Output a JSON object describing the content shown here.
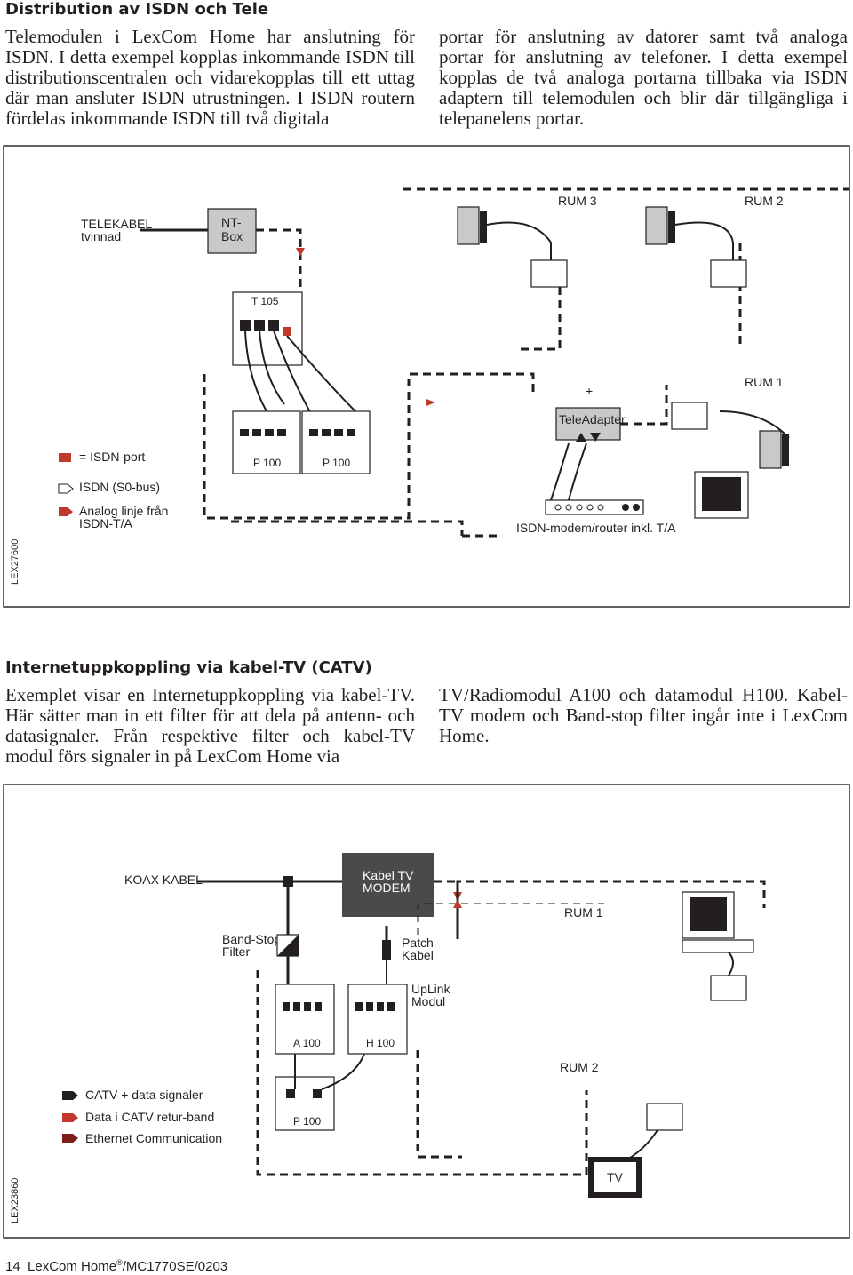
{
  "section1": {
    "title": "Distribution av ISDN och Tele",
    "col1": "Telemodulen i LexCom Home har anslutning för ISDN. I detta exempel kopplas inkommande ISDN till distributionscentralen och vidarekopplas till ett uttag där man ansluter ISDN utrustningen. I ISDN routern fördelas inkommande ISDN till två digitala",
    "col2": "portar för anslutning av datorer samt två analoga portar för anslutning av telefoner. I detta exempel kopplas de två analoga portarna tillbaka via ISDN adaptern till telemodulen och blir där tillgängliga i telepanelens portar."
  },
  "diagram1": {
    "telekabel_line1": "TELEKABEL",
    "telekabel_line2": "tvinnad",
    "ntbox_line1": "NT-",
    "ntbox_line2": "Box",
    "t105": "T 105",
    "rum3": "RUM 3",
    "rum2": "RUM 2",
    "rum1": "RUM 1",
    "plus": "+",
    "teleadapter": "TeleAdapter",
    "p100_a": "P 100",
    "p100_b": "P 100",
    "legend_isdn_port": "= ISDN-port",
    "legend_isdn_bus": "ISDN (S0-bus)",
    "legend_analog_line1": "Analog linje från",
    "legend_analog_line2": "ISDN-T/A",
    "modem_label": "ISDN-modem/router inkl. T/A",
    "code": "LEX27600"
  },
  "section2": {
    "title": "Internetuppkoppling via kabel-TV (CATV)",
    "col1": "Exemplet visar en Internetuppkoppling via kabel-TV. Här sätter man in ett filter för att dela på antenn- och datasignaler. Från respektive filter och kabel-TV modul förs signaler in på LexCom Home via",
    "col2": "TV/Radiomodul A100 och datamodul H100. Kabel-TV modem och Band-stop filter ingår inte i LexCom Home."
  },
  "diagram2": {
    "koax": "KOAX KABEL",
    "modem_line1": "Kabel TV",
    "modem_line2": "MODEM",
    "rum1": "RUM 1",
    "bandstop_line1": "Band-Stop",
    "bandstop_line2": "Filter",
    "patch_line1": "Patch",
    "patch_line2": "Kabel",
    "uplink_line1": "UpLink",
    "uplink_line2": "Modul",
    "a100": "A 100",
    "h100": "H 100",
    "rum2": "RUM 2",
    "p100": "P 100",
    "tv": "TV",
    "legend_catv": "CATV + data signaler",
    "legend_data": "Data i CATV retur-band",
    "legend_eth": "Ethernet Communication",
    "code": "LEX23860"
  },
  "footer": {
    "page": "14",
    "brand": "LexCom Home",
    "reg": "®",
    "doc": "/MC1770SE/0203"
  }
}
